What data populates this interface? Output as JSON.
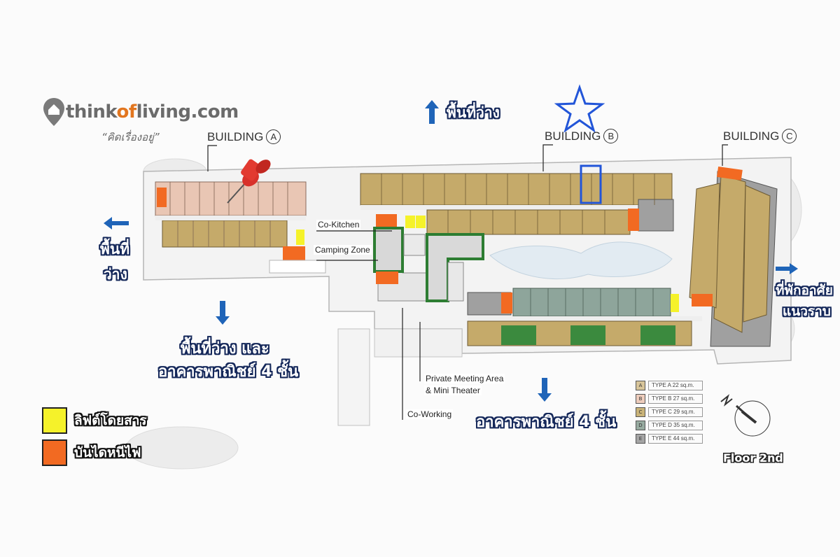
{
  "brand": {
    "name_a": "think",
    "name_b": "of",
    "name_c": "living.com",
    "tagline": "“คิดเรื่องอยู่”"
  },
  "buildings": [
    {
      "label": "BUILDING",
      "letter": "A"
    },
    {
      "label": "BUILDING",
      "letter": "B"
    },
    {
      "label": "BUILDING",
      "letter": "C"
    }
  ],
  "annotations": {
    "top_open_space": "พื้นที่ว่าง",
    "left_open_space_1": "พื้นที่",
    "left_open_space_2": "ว่าง",
    "bottom_left_1": "พื้นที่ว่าง และ",
    "bottom_left_2": "อาคารพาณิชย์ 4 ชั้น",
    "bottom_center": "อาคารพาณิชย์ 4 ชั้น",
    "right_1": "ที่พักอาศัย",
    "right_2": "แนวราบ"
  },
  "facilities": {
    "co_kitchen": "Co-Kitchen",
    "camping_zone": "Camping Zone",
    "meeting_1": "Private Meeting Area",
    "meeting_2": "& Mini Theater",
    "co_working": "Co-Working"
  },
  "legend": [
    {
      "label": "ลิฟต์โดยสาร",
      "color": "#f5f22a"
    },
    {
      "label": "บันไดหนีไฟ",
      "color": "#f26a22"
    }
  ],
  "unit_types": [
    {
      "code": "A",
      "label": "TYPE A 22 sq.m.",
      "color": "#d8c59a"
    },
    {
      "code": "B",
      "label": "TYPE B 27 sq.m.",
      "color": "#eecdbd"
    },
    {
      "code": "C",
      "label": "TYPE C 29 sq.m.",
      "color": "#c9b378"
    },
    {
      "code": "D",
      "label": "TYPE D 35 sq.m.",
      "color": "#97aba0"
    },
    {
      "code": "E",
      "label": "TYPE E 44 sq.m.",
      "color": "#a5a5a5"
    }
  ],
  "floor_label": "Floor 2nd",
  "colors": {
    "arrow": "#1f64b8",
    "unit_pink": "#e9c6b4",
    "unit_gold": "#c5aa6a",
    "unit_teal": "#8ea59b",
    "unit_grey": "#a0a0a0",
    "green_zone": "#2d7d32",
    "highlight": "#2255d8",
    "pin": "#d8322b"
  }
}
